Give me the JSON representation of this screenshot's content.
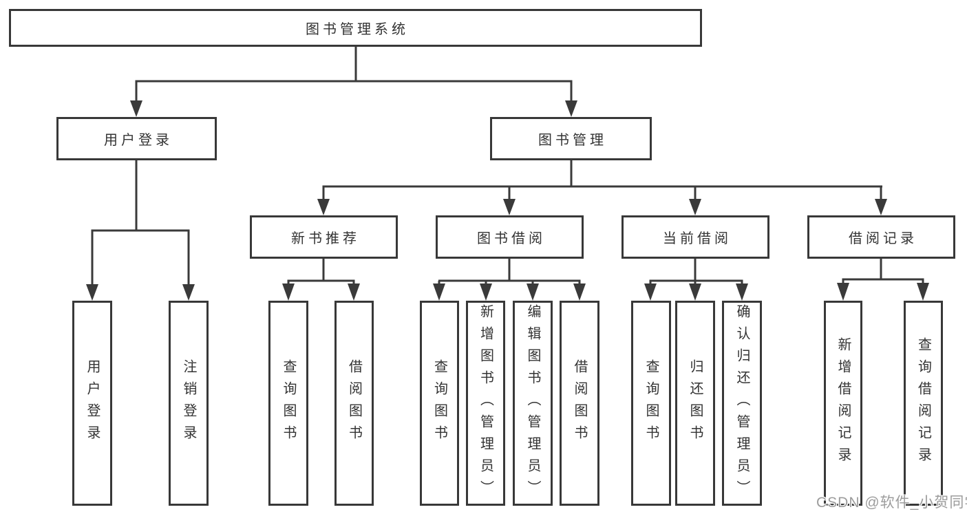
{
  "tree": {
    "root": {
      "label": "图书管理系统"
    },
    "branches": [
      {
        "label": "用户登录",
        "children": [
          {
            "label": "用户登录"
          },
          {
            "label": "注销登录"
          }
        ]
      },
      {
        "label": "图书管理",
        "children": [
          {
            "label": "新书推荐",
            "children": [
              {
                "label": "查询图书"
              },
              {
                "label": "借阅图书"
              }
            ]
          },
          {
            "label": "图书借阅",
            "children": [
              {
                "label": "查询图书"
              },
              {
                "label": "新增图书（管理员）"
              },
              {
                "label": "编辑图书（管理员）"
              },
              {
                "label": "借阅图书"
              }
            ]
          },
          {
            "label": "当前借阅",
            "children": [
              {
                "label": "查询图书"
              },
              {
                "label": "归还图书"
              },
              {
                "label": "确认归还（管理员）"
              }
            ]
          },
          {
            "label": "借阅记录",
            "children": [
              {
                "label": "新增借阅记录"
              },
              {
                "label": "查询借阅记录"
              }
            ]
          }
        ]
      }
    ]
  },
  "watermark": {
    "text": "CSDN @软件_小贺同学"
  },
  "colors": {
    "background": "#ffffff",
    "line": "#3a3a3a",
    "box_border": "#383838",
    "text": "#333333",
    "watermark": "#9c9c9c"
  }
}
